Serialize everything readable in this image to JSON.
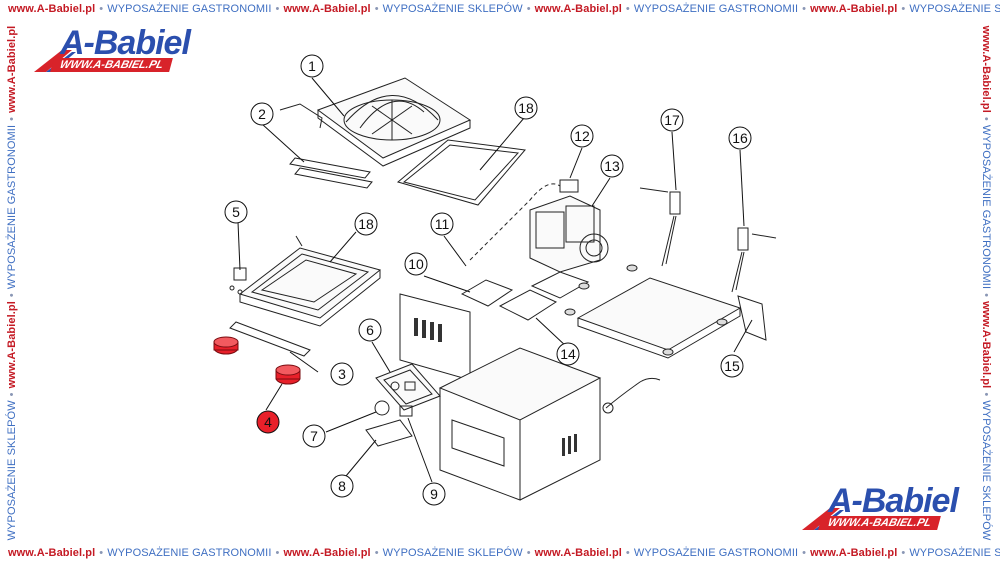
{
  "frame": {
    "site": "www.A-Babiel.pl",
    "gastro": "WYPOSAŻENIE GASTRONOMII",
    "shop": "WYPOSAŻENIE SKLEPÓW"
  },
  "logo": {
    "name": "A-Babiel",
    "url": "WWW.A-BABIEL.PL"
  },
  "colors": {
    "brand_blue": "#2b4fae",
    "brand_red": "#d8232a",
    "frame_link_red": "#c41a24",
    "frame_text_blue": "#3f6fc2",
    "highlight_part": "#e8202a"
  },
  "callouts": [
    "1",
    "2",
    "3",
    "4",
    "5",
    "6",
    "7",
    "8",
    "9",
    "10",
    "11",
    "12",
    "13",
    "14",
    "15",
    "16",
    "17",
    "18",
    "18"
  ],
  "highlighted_callout": "4"
}
